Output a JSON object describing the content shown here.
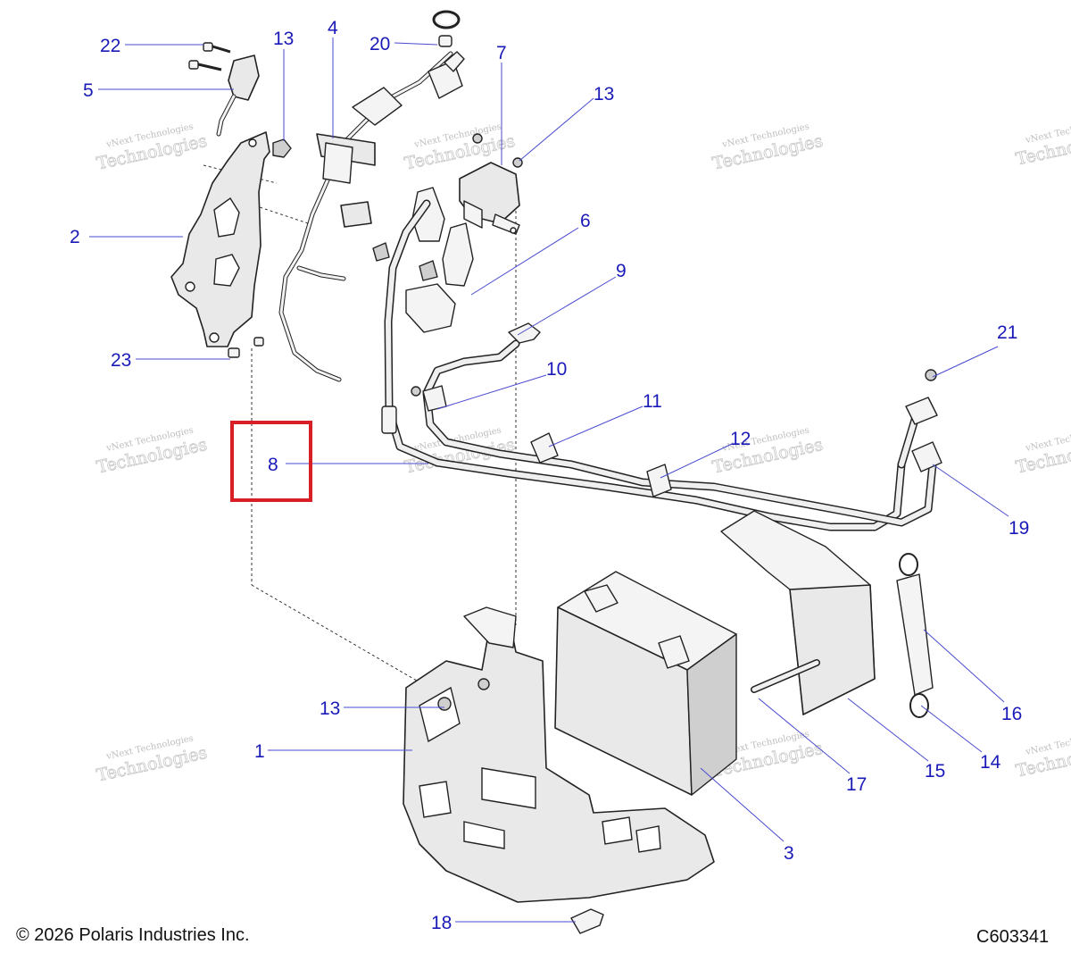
{
  "callouts": {
    "c1": "1",
    "c2": "2",
    "c3": "3",
    "c4": "4",
    "c5": "5",
    "c6": "6",
    "c7": "7",
    "c8": "8",
    "c9": "9",
    "c10": "10",
    "c11": "11",
    "c12": "12",
    "c13a": "13",
    "c13b": "13",
    "c13c": "13",
    "c14": "14",
    "c15": "15",
    "c16": "16",
    "c17": "17",
    "c18": "18",
    "c19": "19",
    "c20": "20",
    "c21": "21",
    "c22": "22",
    "c23": "23"
  },
  "watermark": {
    "line1": "vNext Technologies",
    "line2": "Technologies"
  },
  "footer": {
    "copyright": "© 2026 Polaris Industries Inc.",
    "diagram_code": "C603341"
  },
  "colors": {
    "callout_text": "#1a1ab8",
    "highlight_box": "#d81f26"
  }
}
